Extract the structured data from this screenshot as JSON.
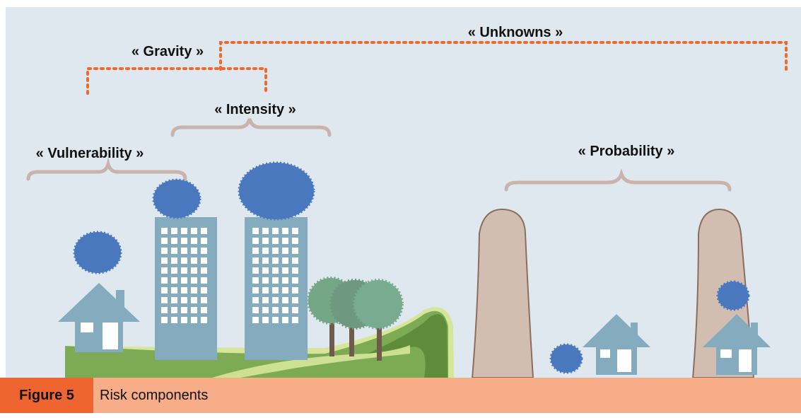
{
  "labels": {
    "unknowns": "« Unknowns »",
    "gravity": "« Gravity »",
    "intensity": "« Intensity »",
    "vulnerability": "« Vulnerability »",
    "probability": "« Probability »"
  },
  "caption": {
    "tag": "Figure 5",
    "text": "Risk components"
  },
  "colors": {
    "background": "#dfe8ee",
    "dotted_bracket": "#ec6a2f",
    "brace": "#c9b3aa",
    "building": "#85abbf",
    "cloud": "#4a78be",
    "hill": "#7dab55",
    "rock": "#d2bdb1",
    "caption_bar": "#f7ad87",
    "caption_tag": "#ef6530"
  }
}
